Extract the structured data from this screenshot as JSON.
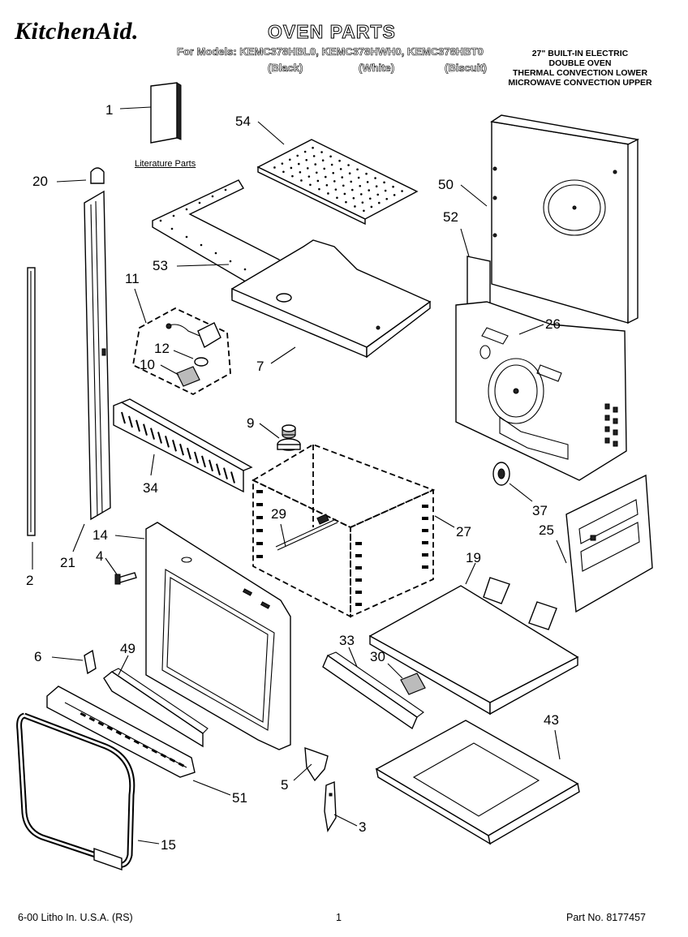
{
  "header": {
    "brand": "KitchenAid.",
    "title": "OVEN PARTS",
    "models_line": "For Models: KEMC378HBL0, KEMC378HWH0, KEMC378HBT0",
    "colors": [
      "(Black)",
      "(White)",
      "(Biscuit)"
    ],
    "description": [
      "27\" BUILT-IN ELECTRIC",
      "DOUBLE OVEN",
      "THERMAL CONVECTION LOWER",
      "MICROWAVE CONVECTION UPPER"
    ]
  },
  "literature_label": "Literature Parts",
  "callouts": [
    "1",
    "54",
    "20",
    "50",
    "52",
    "53",
    "11",
    "26",
    "12",
    "10",
    "7",
    "9",
    "34",
    "37",
    "29",
    "27",
    "25",
    "14",
    "4",
    "21",
    "2",
    "19",
    "6",
    "49",
    "33",
    "30",
    "43",
    "5",
    "51",
    "3",
    "15"
  ],
  "footer": {
    "left": "6-00 Litho In. U.S.A. (RS)",
    "page": "1",
    "part_no": "Part No. 8177457"
  }
}
